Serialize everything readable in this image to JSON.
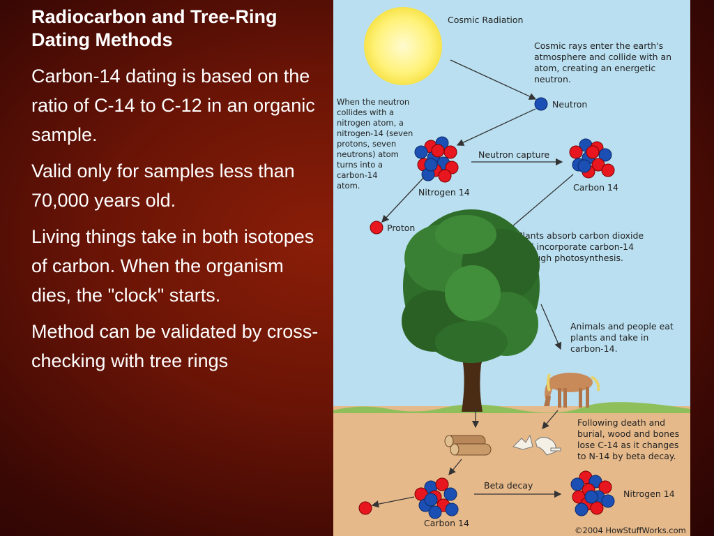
{
  "slide": {
    "title": "Radiocarbon and Tree-Ring Dating Methods",
    "bullets": [
      "Carbon-14 dating is based on the ratio of C-14 to C-12 in an organic sample.",
      "Valid only for samples less than 70,000 years old.",
      "Living things take in both isotopes of carbon. When the organism dies, the \"clock\" starts.",
      "Method can be validated by cross-checking with tree rings"
    ]
  },
  "figure": {
    "cosmic_radiation": "Cosmic Radiation",
    "cosmic_rays_text": [
      "Cosmic rays enter the earth's",
      "atmosphere and collide with an",
      "atom, creating an energetic",
      "neutron."
    ],
    "neutron": "Neutron",
    "neutron_collision_text": [
      "When the neutron",
      "collides with a",
      "nitrogen atom, a",
      "nitrogen-14 (seven",
      "protons, seven",
      "neutrons) atom",
      "turns into a",
      "carbon-14",
      "atom."
    ],
    "neutron_capture": "Neutron capture",
    "nitrogen14": "Nitrogen 14",
    "carbon14": "Carbon 14",
    "proton": "Proton",
    "plants_text": [
      "Plants absorb carbon dioxide",
      "and incorporate carbon-14",
      "through photosynthesis."
    ],
    "animals_text": [
      "Animals and people eat",
      "plants and take in",
      "carbon-14."
    ],
    "death_text": [
      "Following death and",
      "burial, wood and bones",
      "lose C-14 as it changes",
      "to N-14 by beta decay."
    ],
    "beta_decay": "Beta decay",
    "carbon14_bottom": "Carbon 14",
    "nitrogen14_bottom": "Nitrogen 14",
    "copyright": "©2004 HowStuffWorks.com",
    "colors": {
      "sky": "#b9dff0",
      "ground": "#e6b98a",
      "proton": "#e8161e",
      "neutron": "#1c4fb3",
      "sun": "#fff27a",
      "foliage": "#2f6e2a"
    }
  }
}
